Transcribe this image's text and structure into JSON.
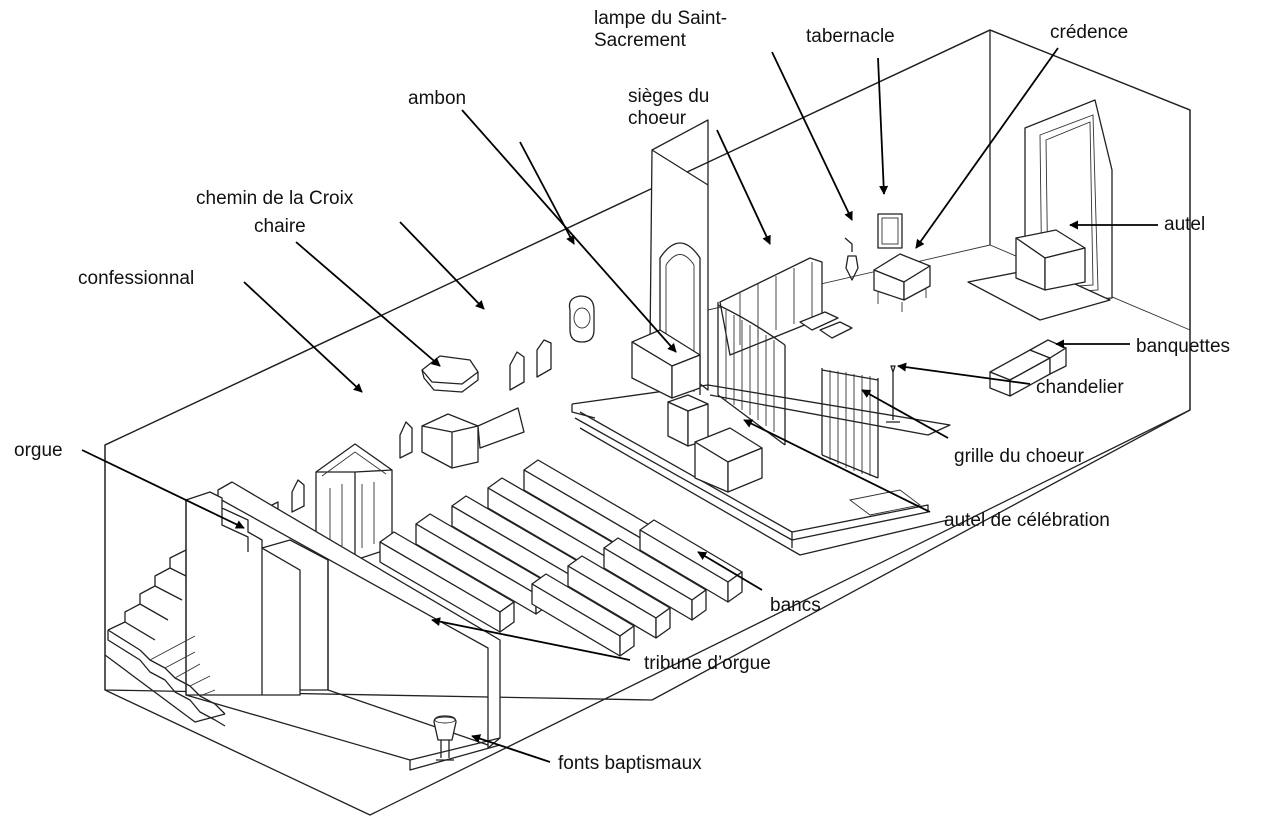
{
  "labels": {
    "lampe": "lampe du Saint-\nSacrement",
    "tabernacle": "tabernacle",
    "credence": "crédence",
    "sieges": "sièges du\nchoeur",
    "ambon": "ambon",
    "chemin": "chemin de la Croix",
    "chaire": "chaire",
    "confessionnal": "confessionnal",
    "autel": "autel",
    "banquettes": "banquettes",
    "chandelier": "chandelier",
    "grille": "grille du choeur",
    "autel_celebration": "autel de célébration",
    "orgue": "orgue",
    "bancs": "bancs",
    "tribune": "tribune d’orgue",
    "fonts": "fonts baptismaux"
  }
}
